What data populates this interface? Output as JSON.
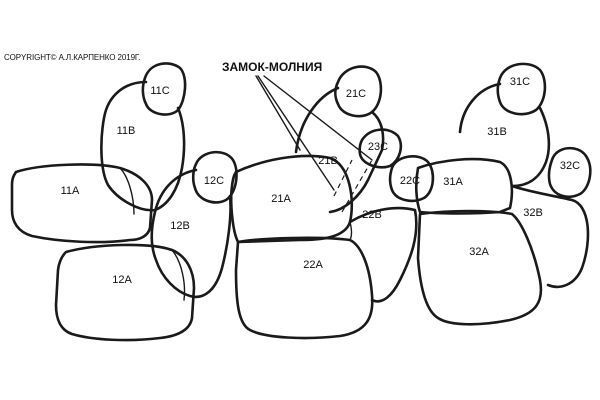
{
  "copyright": "COPYRIGHT© А.Л.КАРПЕНКО 2019Г.",
  "callout": "ЗАМОК-МОЛНИЯ",
  "labels": {
    "p11C": "11C",
    "p11B": "11B",
    "p11A": "11A",
    "p12C": "12C",
    "p12B": "12B",
    "p12A": "12A",
    "p21C": "21C",
    "p21B": "21B",
    "p21A": "21A",
    "p22A": "22A",
    "p22B": "22B",
    "p22C": "22C",
    "p23C": "23C",
    "p31C": "31C",
    "p31B": "31B",
    "p31A": "31A",
    "p32A": "32A",
    "p32B": "32B",
    "p32C": "32C"
  }
}
